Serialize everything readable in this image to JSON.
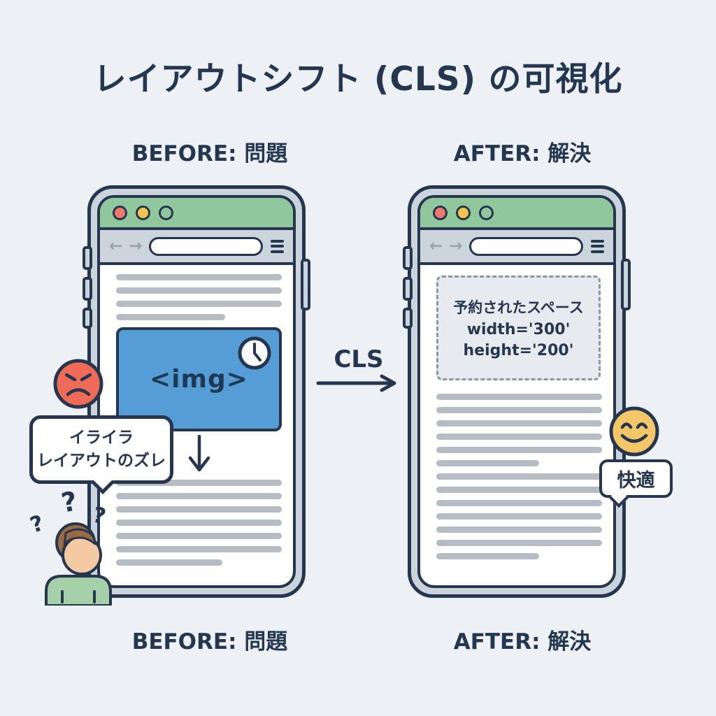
{
  "title": "レイアウトシフト (CLS) の可視化",
  "cls": {
    "label": "CLS"
  },
  "before": {
    "header": "BEFORE: 問題",
    "footer": "BEFORE: 問題",
    "image_placeholder_label": "<img>",
    "bubble": {
      "line1": "イライラ",
      "line2": "レイアウトのズレ"
    },
    "question_marks": [
      "?",
      "?",
      "?"
    ],
    "skeleton_top_widths": [
      100,
      100,
      100,
      66
    ],
    "skeleton_bottom_widths": [
      100,
      100,
      100,
      100,
      100,
      100,
      64
    ]
  },
  "after": {
    "header": "AFTER: 解決",
    "footer": "AFTER: 解決",
    "reserved_space": {
      "line1": "予約されたスペース",
      "line2": "width='300'",
      "line3": "height='200'"
    },
    "bubble": {
      "text": "快適"
    },
    "skeleton_top_widths": [
      100,
      100,
      100,
      100,
      100,
      62
    ],
    "skeleton_bottom_widths": [
      100,
      100,
      100,
      100,
      100,
      100,
      62
    ]
  },
  "browser": {
    "back_arrow": "←",
    "forward_arrow": "→"
  },
  "colors": {
    "background": "#edf0f4",
    "outline_navy": "#26364e",
    "phone_frame": "#cbd3dc",
    "browser_green": "#90c79c",
    "nav_gray": "#ccd4dc",
    "dot_red": "#ed7a6d",
    "dot_yellow": "#f3c24f",
    "dot_green": "#90c79c",
    "skeleton_gray": "#b5bcc4",
    "image_blue": "#569dd6",
    "reserved_fill": "#e7ebf0",
    "angry_red": "#ee6c57",
    "happy_yellow": "#f3c768",
    "skin": "#f4caa4",
    "hair_brown": "#9a6a42",
    "shirt_green": "#a5d0aa"
  }
}
